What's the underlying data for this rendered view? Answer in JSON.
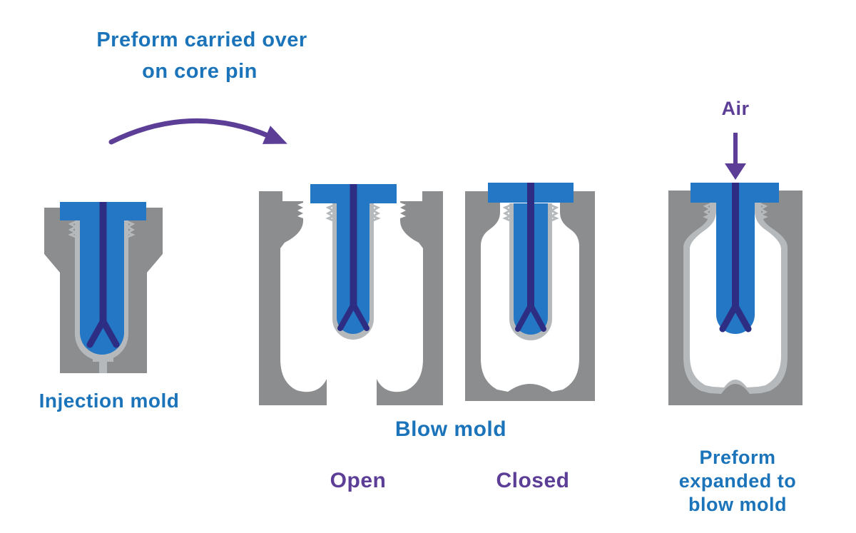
{
  "title": {
    "lines": [
      "Preform carried over",
      "on core pin"
    ]
  },
  "stage_labels": {
    "injection_mold": "Injection mold",
    "blow_mold": "Blow mold",
    "open": "Open",
    "closed": "Closed",
    "air": "Air",
    "preform_expanded": {
      "lines": [
        "Preform",
        "expanded to",
        "blow mold"
      ]
    }
  },
  "icons": {
    "carry_arrow": "curved-arrow-right",
    "air_arrow": "arrow-down"
  },
  "colors": {
    "background": "#ffffff",
    "label_blue": "#1b74ba",
    "accent_purple": "#5d3e97",
    "preform_blue": "#2377c4",
    "core_pin_navy": "#2d2d84",
    "mold_gray": "#8b8d8f",
    "cavity_silver": "#b6b9bb"
  }
}
